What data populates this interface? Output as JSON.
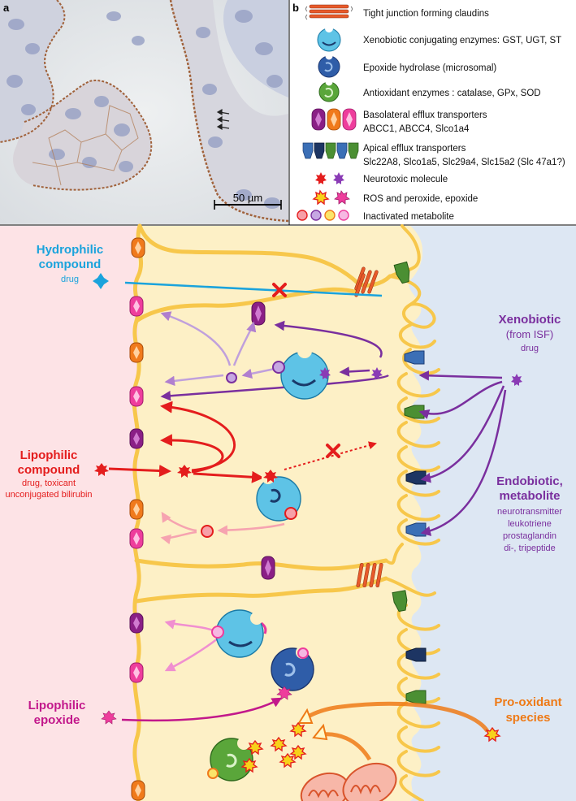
{
  "panel_a": {
    "letter": "a",
    "scale_bar": "50 µm"
  },
  "panel_b": {
    "letter": "b",
    "legend": [
      "Tight junction forming claudins",
      "Xenobiotic conjugating enzymes: GST, UGT, ST",
      "Epoxide hydrolase (microsomal)",
      "Antioxidant enzymes : catalase, GPx, SOD",
      "Basolateral efflux transporters",
      "ABCC1, ABCC4, Slco1a4",
      "Apical efflux transporters",
      "Slc22A8, Slco1a5, Slc29a4, Slc15a2 (Slc 47a1?)",
      "Neurotoxic molecule",
      "ROS and peroxide, epoxide",
      "Inactivated metabolite"
    ]
  },
  "labels": {
    "hydrophilic_title_1": "Hydrophilic",
    "hydrophilic_title_2": "compound",
    "hydrophilic_sub": "drug",
    "lipophilic_title_1": "Lipophilic",
    "lipophilic_title_2": "compound",
    "lipophilic_sub_1": "drug, toxicant",
    "lipophilic_sub_2": "unconjugated bilirubin",
    "xeno_title": "Xenobiotic",
    "xeno_sub_1": "(from ISF)",
    "xeno_sub_2": "drug",
    "endo_title_1": "Endobiotic,",
    "endo_title_2": "metabolite",
    "endo_sub_1": "neurotransmitter",
    "endo_sub_2": "leukotriene",
    "endo_sub_3": "prostaglandin",
    "endo_sub_4": "di-, tripeptide",
    "epoxide_title_1": "Lipophilic",
    "epoxide_title_2": "epoxide",
    "prooxidant_title_1": "Pro-oxidant",
    "prooxidant_title_2": "species"
  },
  "colors": {
    "blood": "#fde3e6",
    "cell": "#fdf0c6",
    "csf": "#dde7f3",
    "membrane": "#f7c74b",
    "hydrophilic": "#1aa3dc",
    "lipophilic": "#e41d1d",
    "xenobiotic": "#7a2f9e",
    "epoxide": "#c2188b",
    "prooxidant": "#ee7a16",
    "basolateral_purple": "#8a1f86",
    "basolateral_orange": "#f07a1c",
    "basolateral_pink": "#ee3d9c",
    "apical_blue": "#3b6fb6",
    "apical_green": "#4b8f33",
    "apical_navy": "#1d3563"
  }
}
